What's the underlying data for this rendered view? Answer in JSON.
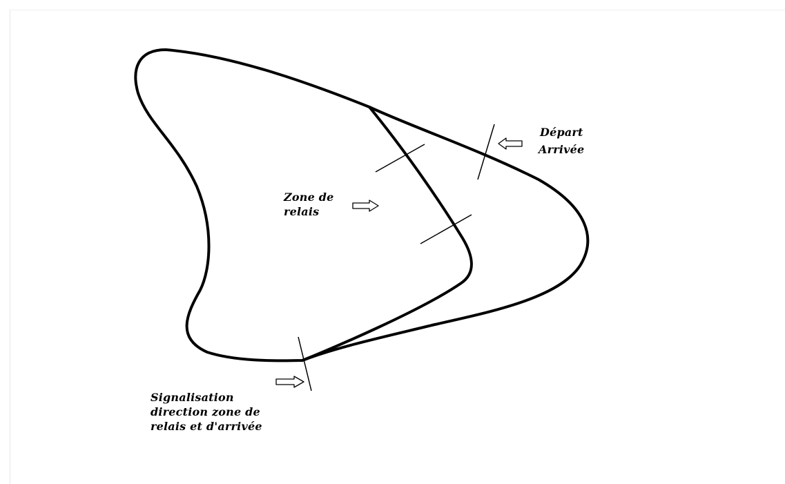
{
  "labels": {
    "depart": "Départ",
    "arrivee": "Arrivée",
    "zone_line1": "Zone de",
    "zone_line2": "relais",
    "signal_line1": "Signalisation",
    "signal_line2": "direction zone de",
    "signal_line3": "relais et d'arrivée"
  },
  "colors": {
    "stroke": "#000000",
    "frame": "#e6e6e6"
  },
  "icons": [
    "arrow-right-outline-icon",
    "arrow-left-outline-icon"
  ]
}
